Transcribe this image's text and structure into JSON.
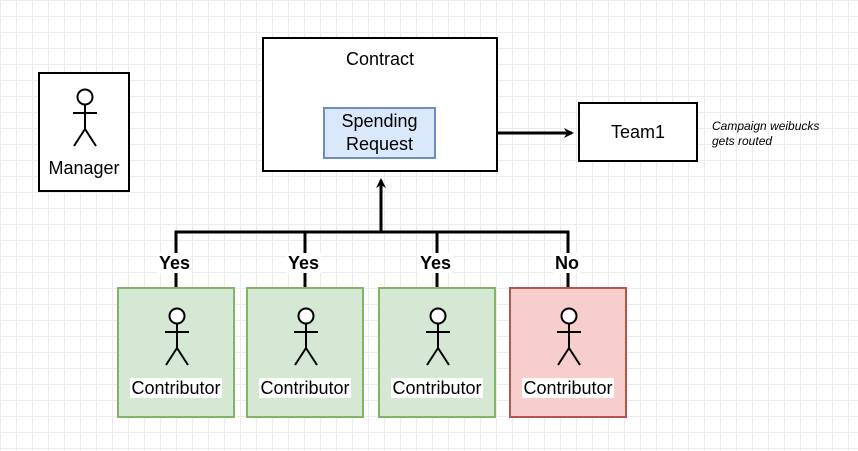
{
  "manager": {
    "label": "Manager"
  },
  "contract": {
    "title": "Contract"
  },
  "spending_request": {
    "line1": "Spending",
    "line2": "Request"
  },
  "team": {
    "label": "Team1"
  },
  "note": {
    "line1": "Campaign weibucks",
    "line2": "gets routed"
  },
  "contributors": [
    {
      "label": "Contributor",
      "vote": "Yes",
      "status": "approved"
    },
    {
      "label": "Contributor",
      "vote": "Yes",
      "status": "approved"
    },
    {
      "label": "Contributor",
      "vote": "Yes",
      "status": "approved"
    },
    {
      "label": "Contributor",
      "vote": "No",
      "status": "rejected"
    }
  ],
  "colors": {
    "approved_fill": "#d5e8d4",
    "approved_stroke": "#82b366",
    "rejected_fill": "#f8cecc",
    "rejected_stroke": "#b85450",
    "request_fill": "#dae8fc",
    "request_stroke": "#6c8ebf"
  },
  "icons": [
    "actor-icon",
    "arrow-icon"
  ]
}
